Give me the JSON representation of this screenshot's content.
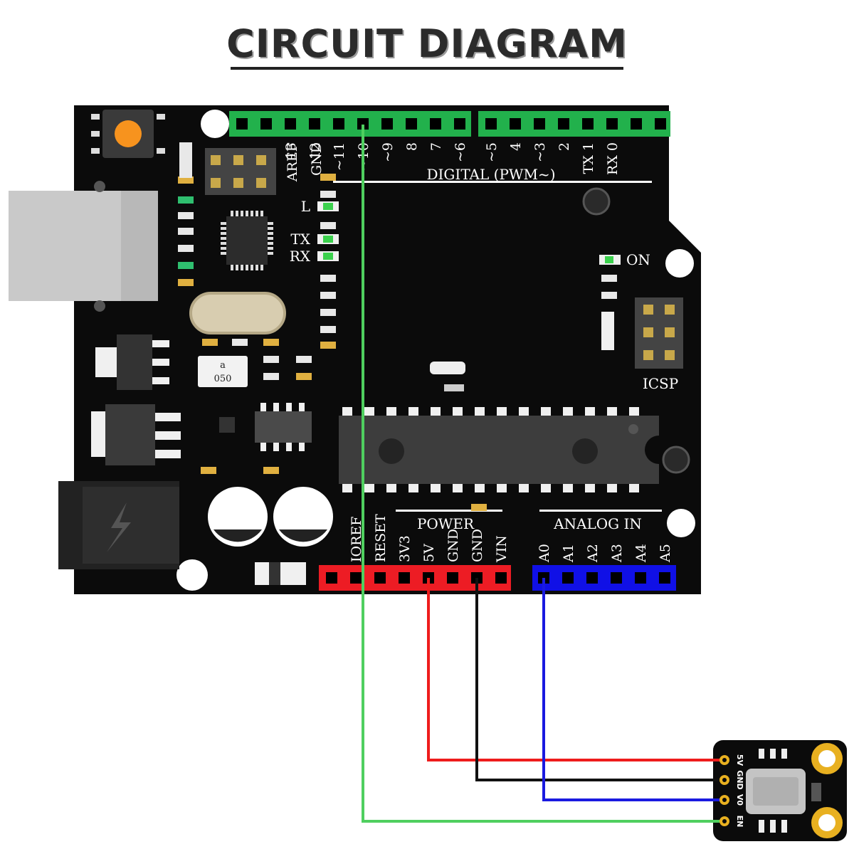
{
  "title": "CIRCUIT DIAGRAM",
  "board": {
    "digital_header": "DIGITAL (PWM~)",
    "digital_pins": [
      "AREF",
      "GND",
      "13",
      "12",
      "~11",
      "~10",
      "~9",
      "8",
      "7",
      "~6",
      "~5",
      "4",
      "~3",
      "2",
      "TX 1",
      "RX 0"
    ],
    "leds": [
      "L",
      "TX",
      "RX"
    ],
    "on_label": "ON",
    "icsp_label": "ICSP",
    "chip_label": "a\n050",
    "power_header": "POWER",
    "power_pins": [
      "IOREF",
      "RESET",
      "3V3",
      "5V",
      "GND",
      "GND",
      "VIN"
    ],
    "analog_header": "ANALOG IN",
    "analog_pins": [
      "A0",
      "A1",
      "A2",
      "A3",
      "A4",
      "A5"
    ]
  },
  "module": {
    "pins": [
      "5V",
      "GND",
      "V0",
      "EN"
    ]
  },
  "wires": [
    {
      "from": "5V",
      "to": "5V",
      "color": "#ee1c1c"
    },
    {
      "from": "GND",
      "to": "GND",
      "color": "#111111"
    },
    {
      "from": "A0",
      "to": "V0",
      "color": "#1a1ae0"
    },
    {
      "from": "~10",
      "to": "EN",
      "color": "#4fcf5f"
    }
  ],
  "colors": {
    "board": "#0b0b0b",
    "digital_header": "#22b14c",
    "power_header": "#ed1c24",
    "analog_header": "#1010e6"
  }
}
